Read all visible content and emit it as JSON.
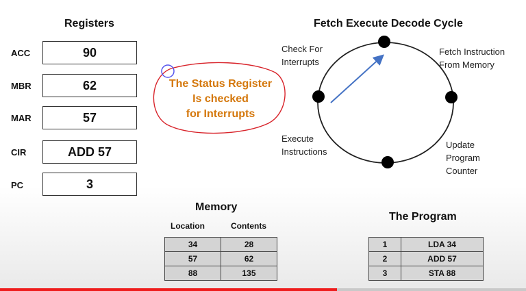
{
  "registers": {
    "title": "Registers",
    "items": [
      {
        "name": "ACC",
        "value": "90"
      },
      {
        "name": "MBR",
        "value": "62"
      },
      {
        "name": "MAR",
        "value": "57"
      },
      {
        "name": "CIR",
        "value": "ADD 57"
      },
      {
        "name": "PC",
        "value": "3"
      }
    ]
  },
  "annotation": {
    "lines": [
      "The Status Register",
      "Is checked",
      "for Interrupts"
    ],
    "color": "#d4770b",
    "ink_color": "#d8232a",
    "pointer_color": "#5555ee"
  },
  "cycle": {
    "title": "Fetch Execute Decode Cycle",
    "labels": {
      "check_interrupts": [
        "Check For",
        "Interrupts"
      ],
      "fetch_instruction": [
        "Fetch Instruction",
        "From Memory"
      ],
      "execute": [
        "Execute",
        "Instructions"
      ],
      "update_pc": [
        "Update",
        "Program",
        "Counter"
      ]
    },
    "arrow_color": "#4472c4"
  },
  "memory": {
    "title": "Memory",
    "columns": [
      "Location",
      "Contents"
    ],
    "rows": [
      [
        "34",
        "28"
      ],
      [
        "57",
        "62"
      ],
      [
        "88",
        "135"
      ]
    ]
  },
  "program": {
    "title": "The Program",
    "rows": [
      [
        "1",
        "LDA 34"
      ],
      [
        "2",
        "ADD 57"
      ],
      [
        "3",
        "STA  88"
      ]
    ]
  },
  "video_progress": {
    "fraction": 0.64,
    "color": "#ee1c1c"
  }
}
